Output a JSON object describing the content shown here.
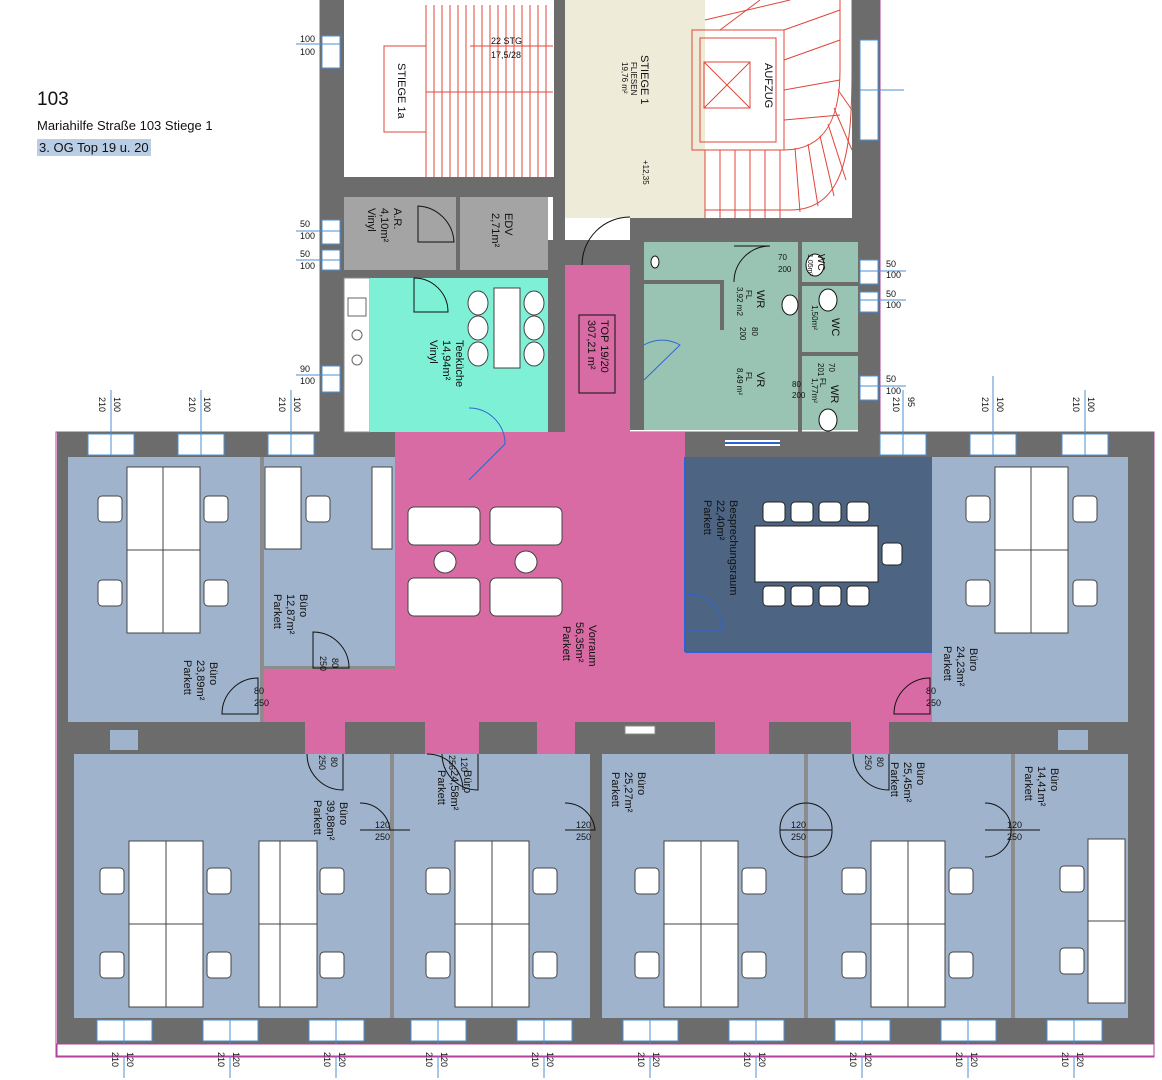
{
  "header": {
    "number": "103",
    "address": "Mariahilfe Straße 103 Stiege 1",
    "floor": "3. OG Top 19 u. 20"
  },
  "colors": {
    "wall": "#6c6c6c",
    "office": "#a0b3cc",
    "foyer": "#d86ba4",
    "meeting": "#4d6483",
    "kitchen": "#7ef0d6",
    "wc": "#99c4b4",
    "stair": "#eeecd8",
    "storage": "#a4a4a4",
    "stair_lines": "#e0453a",
    "outline": "#b2419c",
    "window": "#4b8fd6"
  },
  "rooms": {
    "stiege1a": {
      "name": "STIEGE 1a"
    },
    "stiege1": {
      "name": "STIEGE 1",
      "floor": "FLIESEN",
      "area": "19,76 m²",
      "steps": "22 STG",
      "ratio": "17,5/28",
      "level": "+12,35"
    },
    "aufzug": {
      "name": "AUFZUG"
    },
    "ar": {
      "name": "A.R.",
      "area": "4,10m²",
      "floor": "Vinyl"
    },
    "edv": {
      "name": "EDV",
      "area": "2,71m²"
    },
    "teekueche": {
      "name": "Teeküche",
      "area": "14,94m²",
      "floor": "Vinyl"
    },
    "top": {
      "name": "TOP 19/20",
      "area": "307,21 m²"
    },
    "wr1": {
      "name": "WR",
      "floor": "FL",
      "area": "3,92 m2"
    },
    "vr": {
      "name": "VR",
      "floor": "FL",
      "area": "8,49 m²"
    },
    "wc1": {
      "name": "WC",
      "area": "1,05m²"
    },
    "wc2": {
      "name": "WC",
      "area": "1,50m²"
    },
    "wr2": {
      "name": "WR",
      "floor": "FL",
      "area": "1,77m²"
    },
    "besprechung": {
      "name": "Besprechungsraum",
      "area": "22,40m²",
      "floor": "Parkett"
    },
    "vorraum": {
      "name": "Vorraum",
      "area": "56,35m²",
      "floor": "Parkett"
    },
    "buero_nw": {
      "name": "Büro",
      "area": "23,89m²",
      "floor": "Parkett"
    },
    "buero_small": {
      "name": "Büro",
      "area": "12,87m²",
      "floor": "Parkett"
    },
    "buero_ne": {
      "name": "Büro",
      "area": "24,23m²",
      "floor": "Parkett"
    },
    "buero_s1": {
      "name": "Büro",
      "area": "39,88m²",
      "floor": "Parkett"
    },
    "buero_s2": {
      "name": "Büro",
      "area": "24,58m²",
      "floor": "Parkett"
    },
    "buero_s3": {
      "name": "Büro",
      "area": "25,27m²",
      "floor": "Parkett"
    },
    "buero_s4": {
      "name": "Büro",
      "area": "25,45m²",
      "floor": "Parkett"
    },
    "buero_s5": {
      "name": "Büro",
      "area": "14,41m²",
      "floor": "Parkett"
    }
  },
  "dims": {
    "d100": "100",
    "d50": "50",
    "d90": "90",
    "d210": "210",
    "d95": "95",
    "d120": "120",
    "d80": "80",
    "d250": "250",
    "d70": "70",
    "d200": "200",
    "d201": "201",
    "d256": "256"
  }
}
